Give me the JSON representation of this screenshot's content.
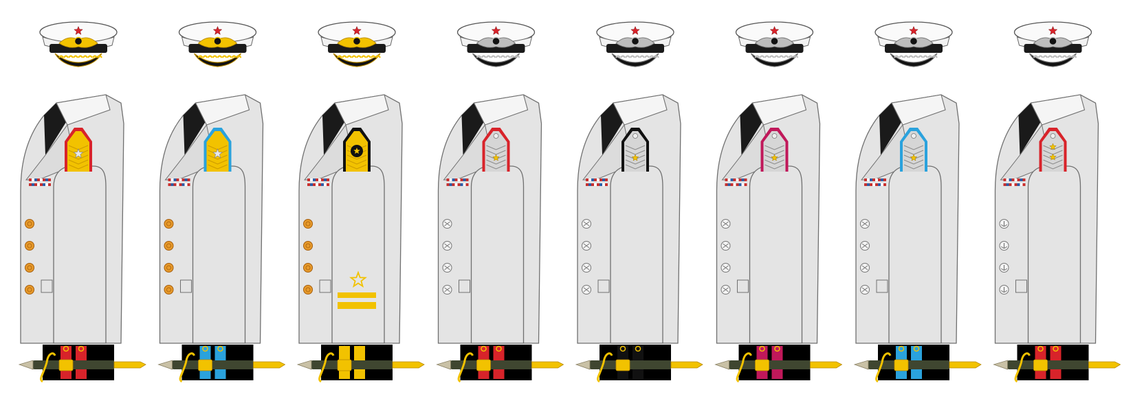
{
  "uniforms": [
    {
      "id": "u1",
      "metal": "gold",
      "piping": "#d8232a",
      "board": "gold",
      "board_insignia": "single-star",
      "buttons": "gold",
      "sleeve_insignia": "none",
      "belt_stripe": "#d8232a"
    },
    {
      "id": "u2",
      "metal": "gold",
      "piping": "#2aa2dd",
      "board": "gold",
      "board_insignia": "single-star",
      "buttons": "gold",
      "sleeve_insignia": "none",
      "belt_stripe": "#2aa2dd"
    },
    {
      "id": "u3",
      "metal": "gold",
      "piping": "#111111",
      "board": "gold",
      "board_insignia": "black-emblem",
      "buttons": "gold",
      "sleeve_insignia": "star-and-two-stripes",
      "belt_stripe": "#f2c200"
    },
    {
      "id": "u4",
      "metal": "silver",
      "piping": "#d8232a",
      "board": "silver",
      "board_insignia": "small-gold-star",
      "buttons": "silver",
      "sleeve_insignia": "none",
      "belt_stripe": "#d8232a"
    },
    {
      "id": "u5",
      "metal": "silver",
      "piping": "#111111",
      "board": "silver",
      "board_insignia": "small-gold-star",
      "buttons": "silver",
      "sleeve_insignia": "none",
      "belt_stripe": "#111111"
    },
    {
      "id": "u6",
      "metal": "silver",
      "piping": "#c0185a",
      "board": "silver",
      "board_insignia": "small-gold-star",
      "buttons": "silver",
      "sleeve_insignia": "none",
      "belt_stripe": "#c0185a"
    },
    {
      "id": "u7",
      "metal": "silver",
      "piping": "#2aa2dd",
      "board": "silver",
      "board_insignia": "small-gold-star",
      "buttons": "silver",
      "sleeve_insignia": "none",
      "belt_stripe": "#2aa2dd"
    },
    {
      "id": "u8",
      "metal": "silver",
      "piping": "#d8232a",
      "board": "silver",
      "board_insignia": "two-gold-stars",
      "buttons": "silver-anchor",
      "sleeve_insignia": "none",
      "belt_stripe": "#d8232a"
    }
  ],
  "colors": {
    "jacket": "#e4e4e4",
    "jacket_outline": "#6f6f6f",
    "gold": "#f2c200",
    "gold_dark": "#b88900",
    "silver": "#bdbdbd",
    "silver_dark": "#6d6d6d",
    "belt": "#000000",
    "scabbard": "#3f4630",
    "cap_star": "#d8232a"
  }
}
